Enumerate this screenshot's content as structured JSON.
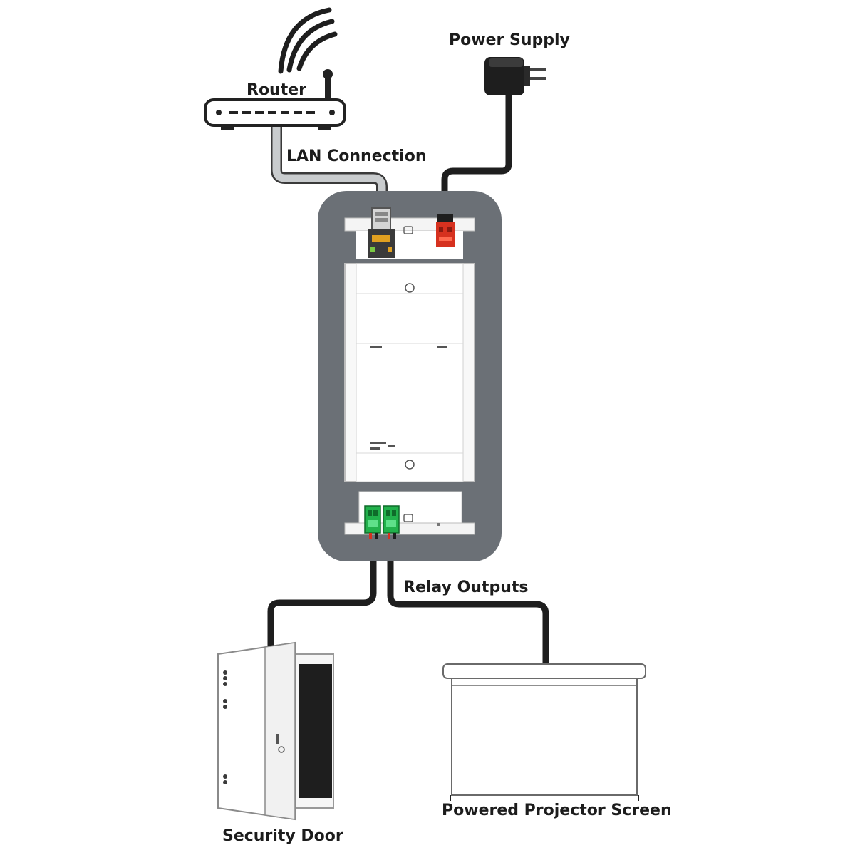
{
  "labels": {
    "router": "Router",
    "lan_connection": "LAN Connection",
    "power_supply": "Power Supply",
    "relay_outputs": "Relay Outputs",
    "security_door": "Security Door",
    "projector_screen": "Powered Projector Screen"
  },
  "colors": {
    "background": "#ffffff",
    "device_frame": "#6b7076",
    "lan_cable": "#c9ccce",
    "cable_dark": "#2a2a2a",
    "power_connector": "#d6311f",
    "relay_terminal": "#22b14c",
    "rj45_port_gold": "#e0a020"
  },
  "icons": {
    "router": "router-icon",
    "power_adapter": "power-adapter-icon",
    "door": "security-door-icon",
    "screen": "projector-screen-icon"
  }
}
